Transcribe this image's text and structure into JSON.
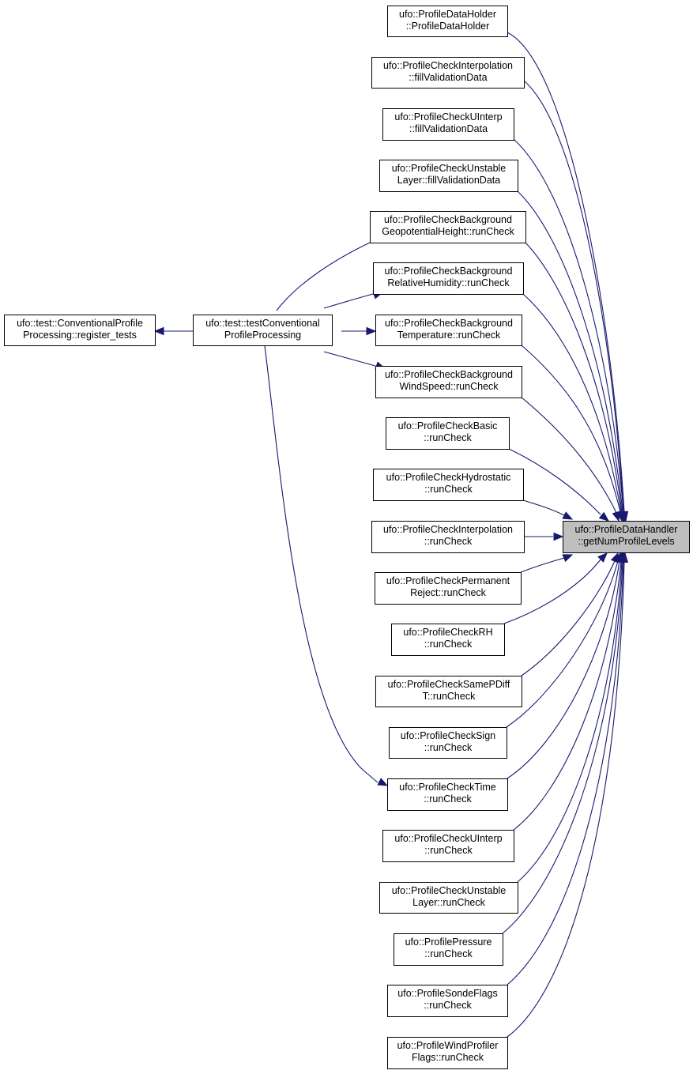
{
  "diagram": {
    "colors": {
      "edge": "#191970",
      "node_border": "#000000",
      "node_fill": "#ffffff",
      "focus_fill": "#bfbfbf"
    },
    "nodes": [
      {
        "id": "register",
        "lines": [
          "ufo::test::ConventionalProfile",
          "Processing::register_tests"
        ]
      },
      {
        "id": "testcpp",
        "lines": [
          "ufo::test::testConventional",
          "ProfileProcessing"
        ]
      },
      {
        "id": "target",
        "lines": [
          "ufo::ProfileDataHandler",
          "::getNumProfileLevels"
        ]
      },
      {
        "id": "pdh",
        "lines": [
          "ufo::ProfileDataHolder",
          "::ProfileDataHolder"
        ]
      },
      {
        "id": "pci_fvd",
        "lines": [
          "ufo::ProfileCheckInterpolation",
          "::fillValidationData"
        ]
      },
      {
        "id": "pcu_fvd",
        "lines": [
          "ufo::ProfileCheckUInterp",
          "::fillValidationData"
        ]
      },
      {
        "id": "pcul_fvd",
        "lines": [
          "ufo::ProfileCheckUnstable",
          "Layer::fillValidationData"
        ]
      },
      {
        "id": "bg_geo",
        "lines": [
          "ufo::ProfileCheckBackground",
          "GeopotentialHeight::runCheck"
        ]
      },
      {
        "id": "bg_rh",
        "lines": [
          "ufo::ProfileCheckBackground",
          "RelativeHumidity::runCheck"
        ]
      },
      {
        "id": "bg_t",
        "lines": [
          "ufo::ProfileCheckBackground",
          "Temperature::runCheck"
        ]
      },
      {
        "id": "bg_ws",
        "lines": [
          "ufo::ProfileCheckBackground",
          "WindSpeed::runCheck"
        ]
      },
      {
        "id": "basic",
        "lines": [
          "ufo::ProfileCheckBasic",
          "::runCheck"
        ]
      },
      {
        "id": "hydro",
        "lines": [
          "ufo::ProfileCheckHydrostatic",
          "::runCheck"
        ]
      },
      {
        "id": "interp",
        "lines": [
          "ufo::ProfileCheckInterpolation",
          "::runCheck"
        ]
      },
      {
        "id": "perm",
        "lines": [
          "ufo::ProfileCheckPermanent",
          "Reject::runCheck"
        ]
      },
      {
        "id": "rh",
        "lines": [
          "ufo::ProfileCheckRH",
          "::runCheck"
        ]
      },
      {
        "id": "samep",
        "lines": [
          "ufo::ProfileCheckSamePDiff",
          "T::runCheck"
        ]
      },
      {
        "id": "sign",
        "lines": [
          "ufo::ProfileCheckSign",
          "::runCheck"
        ]
      },
      {
        "id": "time",
        "lines": [
          "ufo::ProfileCheckTime",
          "::runCheck"
        ]
      },
      {
        "id": "uinterp",
        "lines": [
          "ufo::ProfileCheckUInterp",
          "::runCheck"
        ]
      },
      {
        "id": "unstable",
        "lines": [
          "ufo::ProfileCheckUnstable",
          "Layer::runCheck"
        ]
      },
      {
        "id": "pressure",
        "lines": [
          "ufo::ProfilePressure",
          "::runCheck"
        ]
      },
      {
        "id": "sonde",
        "lines": [
          "ufo::ProfileSondeFlags",
          "::runCheck"
        ]
      },
      {
        "id": "wind",
        "lines": [
          "ufo::ProfileWindProfiler",
          "Flags::runCheck"
        ]
      }
    ],
    "edges": [
      {
        "from": "testcpp",
        "to": "register"
      },
      {
        "from": "pdh",
        "to": "target"
      },
      {
        "from": "pci_fvd",
        "to": "target"
      },
      {
        "from": "pcu_fvd",
        "to": "target"
      },
      {
        "from": "pcul_fvd",
        "to": "target"
      },
      {
        "from": "bg_geo",
        "to": "target"
      },
      {
        "from": "bg_geo",
        "to": "testcpp"
      },
      {
        "from": "bg_rh",
        "to": "target"
      },
      {
        "from": "bg_rh",
        "to": "testcpp"
      },
      {
        "from": "bg_t",
        "to": "target"
      },
      {
        "from": "bg_t",
        "to": "testcpp"
      },
      {
        "from": "bg_ws",
        "to": "target"
      },
      {
        "from": "bg_ws",
        "to": "testcpp"
      },
      {
        "from": "basic",
        "to": "target"
      },
      {
        "from": "hydro",
        "to": "target"
      },
      {
        "from": "interp",
        "to": "target"
      },
      {
        "from": "perm",
        "to": "target"
      },
      {
        "from": "rh",
        "to": "target"
      },
      {
        "from": "samep",
        "to": "target"
      },
      {
        "from": "sign",
        "to": "target"
      },
      {
        "from": "time",
        "to": "target"
      },
      {
        "from": "time",
        "to": "testcpp"
      },
      {
        "from": "uinterp",
        "to": "target"
      },
      {
        "from": "unstable",
        "to": "target"
      },
      {
        "from": "pressure",
        "to": "target"
      },
      {
        "from": "sonde",
        "to": "target"
      },
      {
        "from": "wind",
        "to": "target"
      }
    ]
  }
}
